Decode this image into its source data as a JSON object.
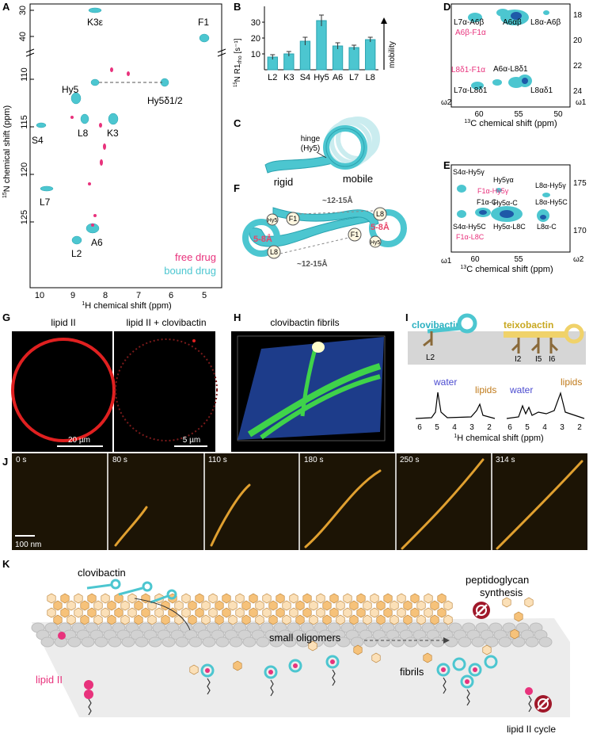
{
  "panels": {
    "A": "A",
    "B": "B",
    "C": "C",
    "D": "D",
    "E": "E",
    "F": "F",
    "G": "G",
    "H": "H",
    "I": "I",
    "J": "J",
    "K": "K"
  },
  "panelA": {
    "xlabel_pre": "1",
    "xlabel": "H chemical shift (ppm)",
    "ylabel_pre": "15",
    "ylabel": "N chemical shift (ppm)",
    "xticks": [
      "10",
      "9",
      "8",
      "7",
      "6",
      "5"
    ],
    "yticks_top": [
      "30",
      "40"
    ],
    "yticks": [
      "110",
      "115",
      "120",
      "125"
    ],
    "peaks": [
      "K3ε",
      "F1",
      "Hy5",
      "Hy5δ1/2",
      "L8",
      "K3",
      "S4",
      "L7",
      "A6",
      "L2"
    ],
    "legend_free": "free drug",
    "legend_bound": "bound drug",
    "colors": {
      "free": "#e8327c",
      "bound": "#4cc6d0",
      "bound_dark": "#1e5aa8"
    }
  },
  "chart_data": {
    "type": "bar",
    "categories": [
      "L2",
      "K3",
      "S4",
      "Hy5",
      "A6",
      "L7",
      "L8"
    ],
    "values": [
      8,
      10,
      18,
      31,
      15,
      14,
      19
    ],
    "errors": [
      1.5,
      1.5,
      2.5,
      3.5,
      2,
      1.5,
      1.5
    ],
    "ylabel_pre": "15",
    "ylabel": "N R1",
    "ylabel_sub": "rho",
    "ylabel_unit": " [s⁻¹]",
    "yticks": [
      "10",
      "20",
      "30"
    ],
    "ylim": [
      0,
      40
    ],
    "annotation": "mobility"
  },
  "panelC": {
    "hinge": "hinge",
    "hinge2": "(Hy5)",
    "rigid": "rigid",
    "mobile": "mobile"
  },
  "panelD": {
    "labels": [
      "L7α-A6β",
      "A6αβ",
      "L8α-A6β",
      "L7α-L8δ1",
      "A6α-L8δ1",
      "L8αδ1"
    ],
    "red_labels": [
      "A6β-F1α",
      "L8δ1-F1α"
    ],
    "xticks": [
      "60",
      "55",
      "50"
    ],
    "yticks": [
      "18",
      "20",
      "22",
      "24"
    ],
    "xlabel_pre": "13",
    "xlabel": "C chemical shift (ppm)",
    "w1": "ω1",
    "w2": "ω2"
  },
  "panelE": {
    "labels": [
      "S4α-Hy5γ",
      "Hy5γα",
      "L8α-Hy5γ",
      "F1α-C",
      "Hy5α-C",
      "L8α-Hy5C",
      "S4α-Hy5C",
      "Hy5α-L8C",
      "L8α-C"
    ],
    "red_labels": [
      "F1α-Hy5γ",
      "F1α-L8C"
    ],
    "xticks": [
      "60",
      "55"
    ],
    "yticks": [
      "175",
      "170"
    ],
    "xlabel_pre": "13",
    "xlabel": "C chemical shift (ppm)",
    "w1": "ω1",
    "w2": "ω2"
  },
  "panelF": {
    "dist_long": "~12-15Å",
    "dist_short": "5-8Å",
    "residues": [
      "L8",
      "F1",
      "Hy5"
    ]
  },
  "panelG": {
    "left": "lipid II",
    "right": "lipid II + clovibactin",
    "scale_left": "20 µm",
    "scale_right": "5 µm"
  },
  "panelH": {
    "title": "clovibactin fibrils"
  },
  "panelI": {
    "clovibactin": "clovibactin",
    "teixobactin": "teixobactin",
    "res_left": [
      "L2"
    ],
    "res_right": [
      "I2",
      "I5",
      "I6"
    ],
    "water": "water",
    "lipids": "lipids",
    "xticks": [
      "6",
      "5",
      "4",
      "3",
      "2"
    ],
    "xlabel_pre": "1",
    "xlabel": "H chemical shift (ppm)"
  },
  "panelJ": {
    "times": [
      "0 s",
      "80 s",
      "110 s",
      "180 s",
      "250 s",
      "314 s"
    ],
    "scale": "100 nm"
  },
  "panelK": {
    "clovibactin": "clovibactin",
    "peptidoglycan": "peptidoglycan",
    "synthesis": "synthesis",
    "small_oligomers": "small oligomers",
    "fibrils": "fibrils",
    "lipid2": "lipid II",
    "lipid2cycle": "lipid II cycle"
  }
}
